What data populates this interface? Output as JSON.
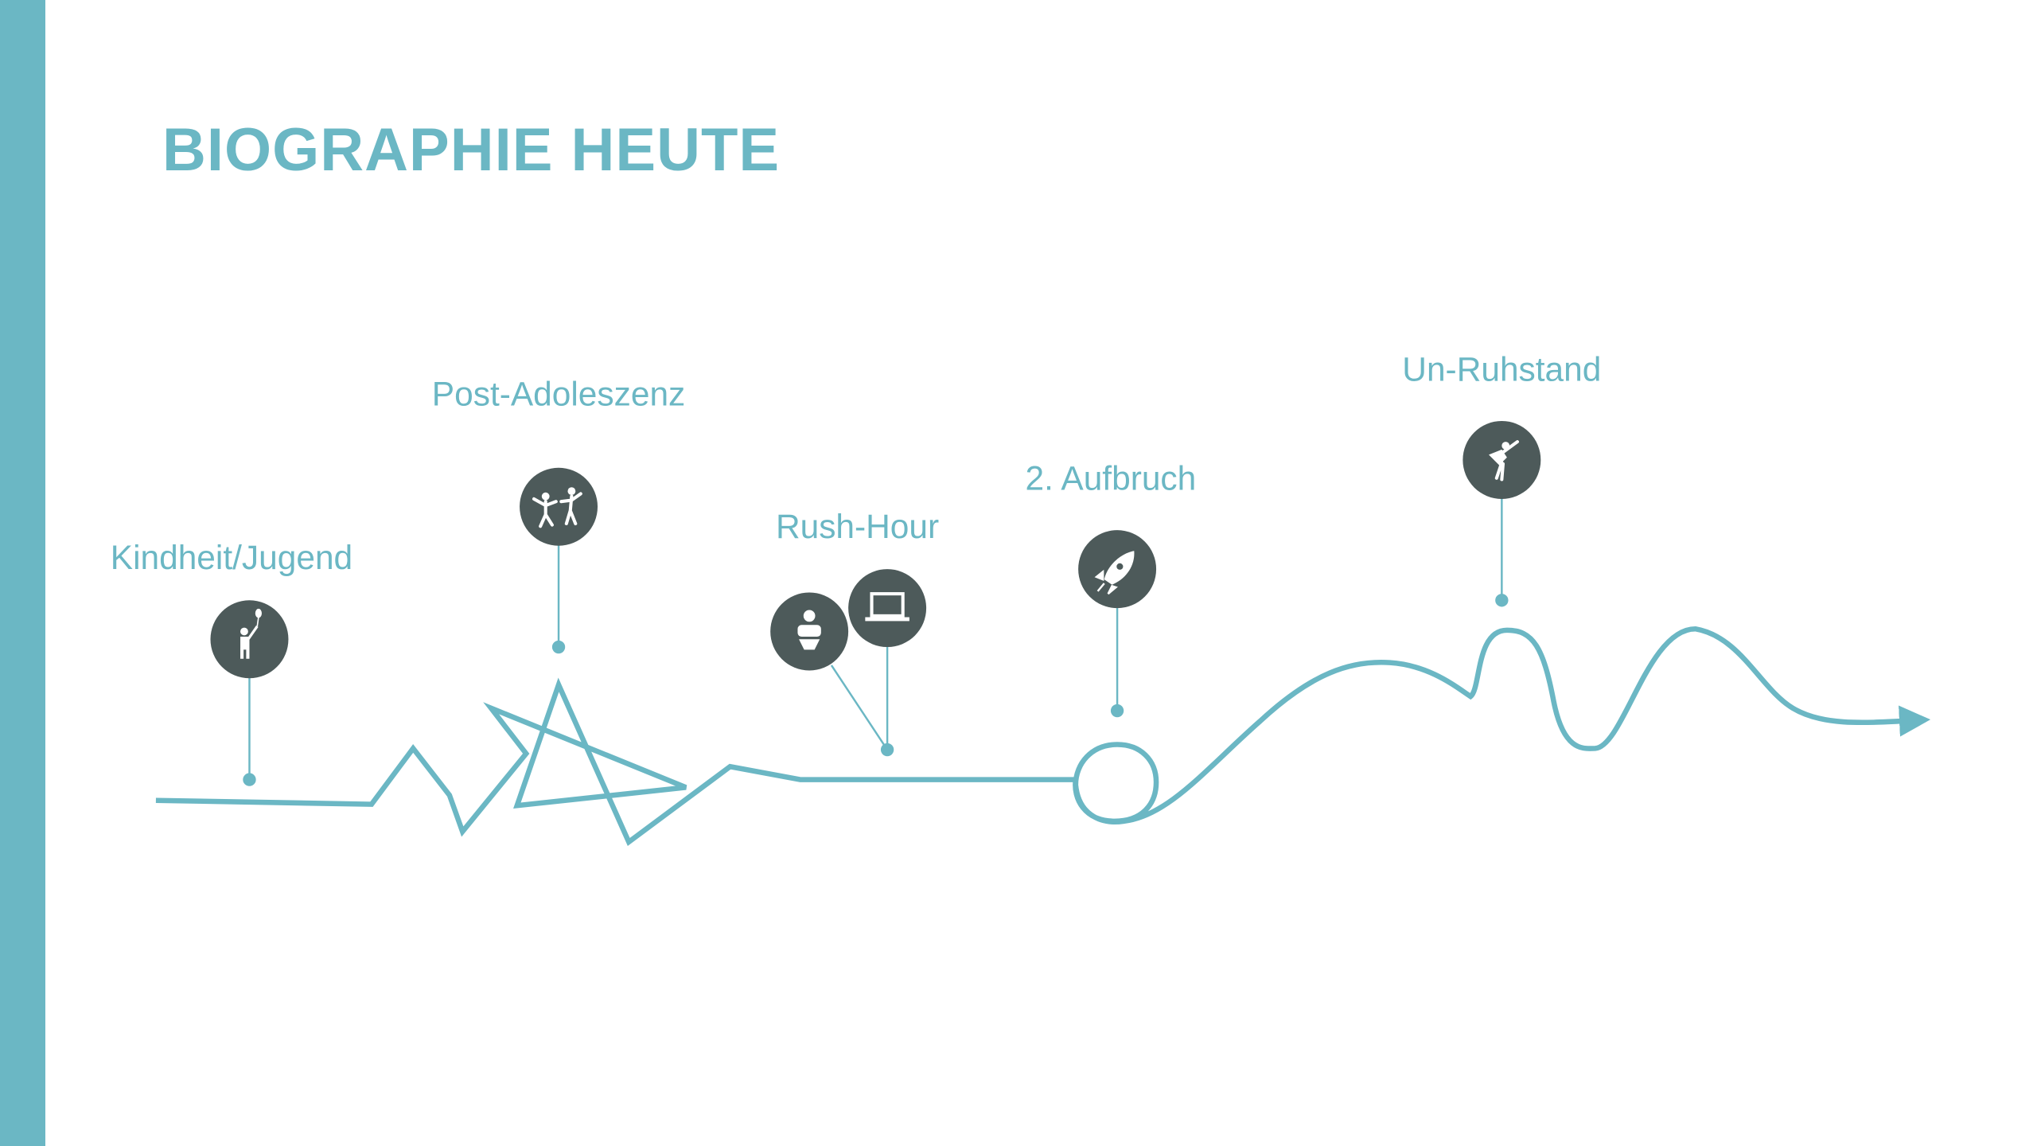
{
  "title": "BIOGRAPHIE HEUTE",
  "colors": {
    "accent": "#6bb7c4",
    "icon_bg": "#4d5a5a",
    "icon_fg": "#ffffff"
  },
  "stages": [
    {
      "label": "Kindheit/Jugend",
      "icons": [
        "child-with-balloon-icon"
      ]
    },
    {
      "label": "Post-Adoleszenz",
      "icons": [
        "dancing-people-icon"
      ]
    },
    {
      "label": "Rush-Hour",
      "icons": [
        "baby-icon",
        "laptop-icon"
      ]
    },
    {
      "label": "2. Aufbruch",
      "icons": [
        "rocket-icon"
      ]
    },
    {
      "label": "Un-Ruhstand",
      "icons": [
        "superhero-icon"
      ]
    }
  ]
}
